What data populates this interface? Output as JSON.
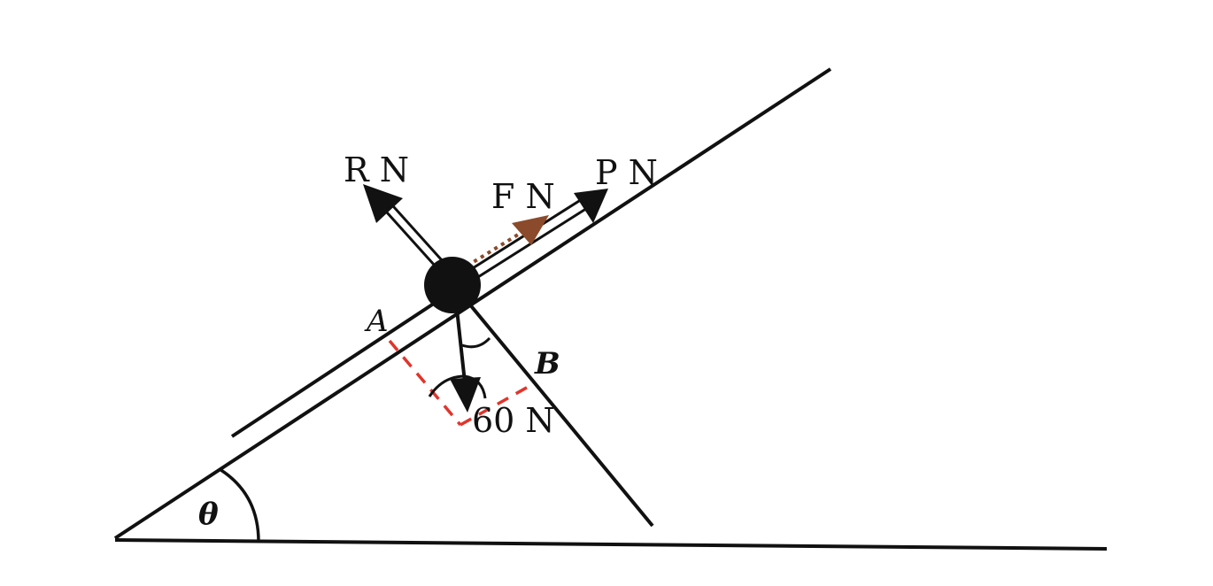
{
  "labels": {
    "normal_reaction": "R N",
    "friction": "F N",
    "pull_force": "P N",
    "weight": "60 N",
    "point_a": "A",
    "point_b": "B",
    "incline_angle": "θ"
  },
  "colors": {
    "line": "#111111",
    "particle": "#111111",
    "friction_arrow": "#8B4A2B",
    "construction_dash": "#E0352B"
  }
}
